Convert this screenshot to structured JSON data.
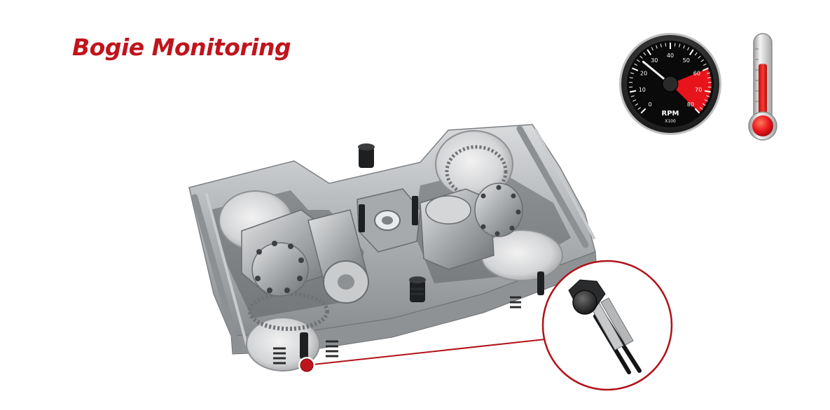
{
  "header": {
    "title": "Bogie Monitoring"
  },
  "gauge": {
    "label": "RPM",
    "multiplier": "X100",
    "ticks": [
      "0",
      "10",
      "20",
      "30",
      "40",
      "50",
      "60",
      "70",
      "80"
    ],
    "redline_from": 60,
    "max": 80,
    "needle_value": 25,
    "redline_color": "#e8141b"
  },
  "thermometer": {
    "icon": "thermometer-icon",
    "level": 0.72,
    "fluid_color": "#e8141b"
  },
  "sensor_marker": {
    "color": "#c0141c"
  },
  "colors": {
    "accent": "#c0141c",
    "frame": "#b9bbbd"
  }
}
